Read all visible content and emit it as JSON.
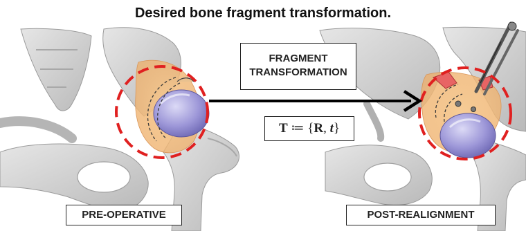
{
  "title": "Desired bone fragment transformation.",
  "fragment_box": {
    "line1": "FRAGMENT",
    "line2": "TRANSFORMATION"
  },
  "formula": {
    "symbol": "T",
    "assign": " ≔ {",
    "rotation": "R",
    "sep": ", ",
    "translation": "t",
    "close": "}"
  },
  "labels": {
    "pre": "PRE-OPERATIVE",
    "post": "POST-REALIGNMENT"
  },
  "icons": [
    "pelvis-illustration",
    "femur-illustration",
    "screw-icon",
    "arrow-right-icon"
  ],
  "colors": {
    "dashed_circle": "#e02020",
    "fragment": "#f2b978",
    "femoral_head": "#9d97d8",
    "bone": "#cfcfcf",
    "arrow": "#000000"
  }
}
